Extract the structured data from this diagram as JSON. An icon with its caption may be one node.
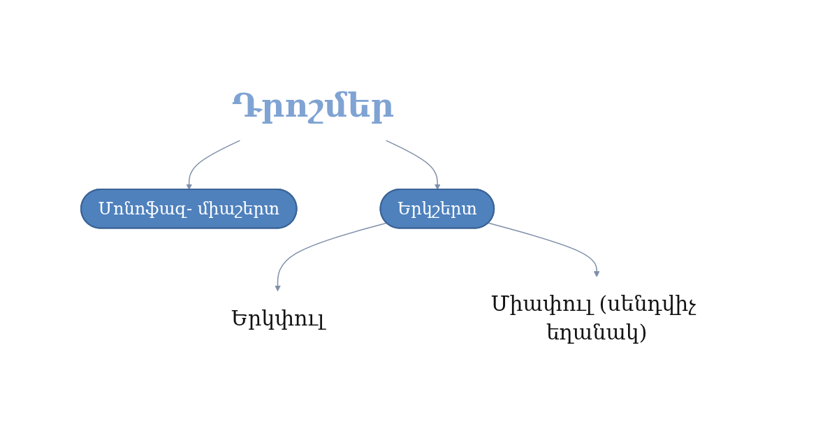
{
  "diagram": {
    "nodes": [
      {
        "text": [
          "Դրոշմեր"
        ]
      },
      {
        "text": [
          "Մոնոֆազ- միաշերտ"
        ]
      },
      {
        "text": [
          "Երկշերտ"
        ]
      },
      {
        "text": [
          "Երկփուլ"
        ]
      },
      {
        "text": [
          "Միափուլ (սենդվիչ եղանակ)"
        ]
      }
    ],
    "edges": [
      {
        "from": 0,
        "to": 1,
        "arrow": "to"
      },
      {
        "from": 0,
        "to": 2,
        "arrow": "to"
      },
      {
        "from": 2,
        "to": 3,
        "arrow": "to"
      },
      {
        "from": 2,
        "to": 4,
        "arrow": "to"
      }
    ]
  }
}
